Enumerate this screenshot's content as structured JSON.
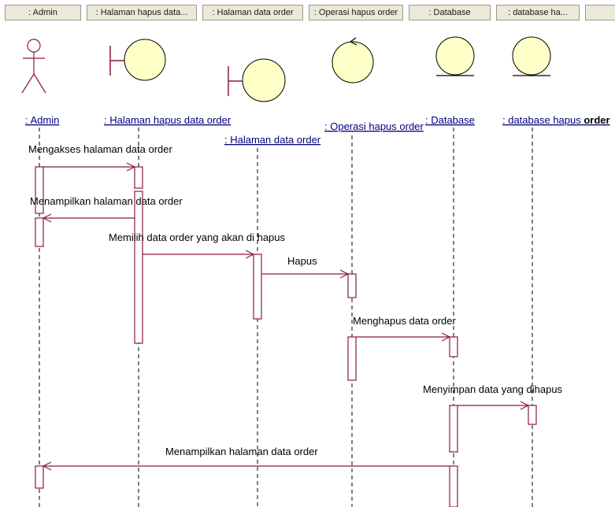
{
  "tabs": [
    ": Admin",
    ": Halaman hapus data...",
    ": Halaman data order",
    ": Operasi hapus order",
    ": Database",
    ": database ha..."
  ],
  "objects": {
    "admin": ": Admin",
    "halaman_hapus": ": Halaman hapus data order",
    "halaman_data": ": Halaman data order",
    "operasi": ": Operasi hapus order",
    "database": ": Database",
    "database_hapus_prefix": ": database hapus ",
    "database_hapus_bold": "order"
  },
  "messages": [
    "Mengakses halaman data order",
    "Menampilkan halaman data order",
    "Memilih data order yang akan di hapus",
    "Hapus",
    "Menghapus data order",
    "Menyimpan data yang dihapus",
    "Menampilkan halaman data order"
  ],
  "colors": {
    "actor_line": "#8b1a3a",
    "object_fill": "#ffffc8",
    "link_text": "#000080",
    "tab_bg": "#ece9d8"
  }
}
